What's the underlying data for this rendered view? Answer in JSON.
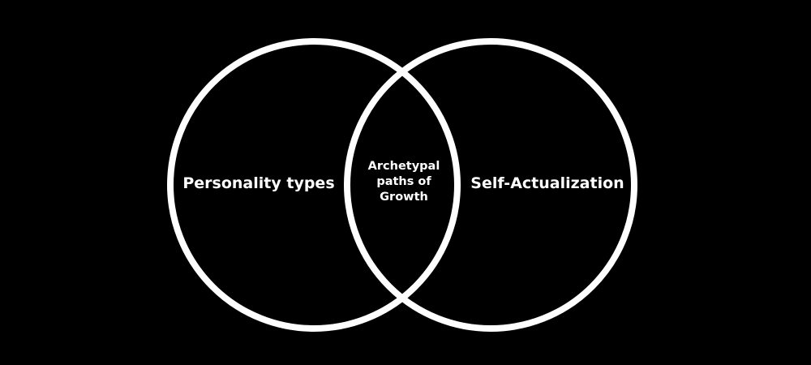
{
  "diagram": {
    "type": "venn",
    "background": "#000000",
    "stroke_color": "#ffffff",
    "sets": [
      {
        "label": "Personality types"
      },
      {
        "label": "Self-Actualization"
      }
    ],
    "intersection": {
      "lines": [
        "Archetypal",
        "paths of",
        "Growth"
      ]
    }
  }
}
